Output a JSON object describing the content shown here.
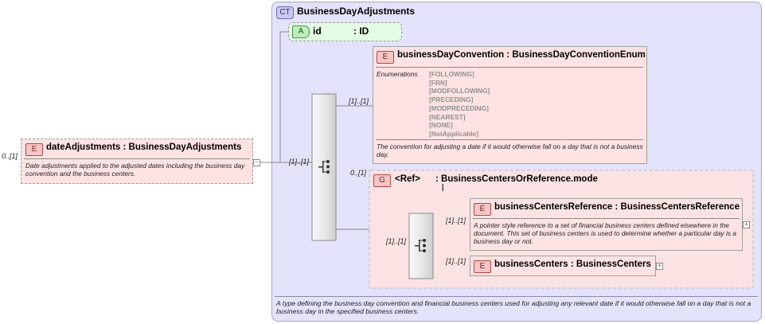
{
  "complex_type": {
    "badge": "CT",
    "name": "BusinessDayAdjustments",
    "description": "A type defining the business day convention and financial business centers used for adjusting any relevant date if it would otherwise fall on a day that is not a business day in the specified business centers."
  },
  "attribute": {
    "badge": "A",
    "name": "id",
    "type": ": ID"
  },
  "root_element": {
    "badge": "E",
    "multiplicity": "0..[1]",
    "name": "dateAdjustments",
    "type": ": BusinessDayAdjustments",
    "description": "Date adjustments applied to the adjusted dates including the business day convention and the business centers."
  },
  "sequence": {
    "multiplicity": "[1]..[1]"
  },
  "convention_element": {
    "badge": "E",
    "multiplicity": "[1]..[1]",
    "name": "businessDayConvention",
    "type": ": BusinessDayConventionEnum",
    "enumerations_label": "Enumerations",
    "enumerations": [
      "[FOLLOWING]",
      "[FRN]",
      "[MODFOLLOWING]",
      "[PRECEDING]",
      "[MODPRECEDING]",
      "[NEAREST]",
      "[NONE]",
      "[NotApplicable]"
    ],
    "description": "The convention for adjusting a date if it would otherwise fall on a day that is not a business day."
  },
  "group": {
    "badge": "G",
    "multiplicity": "0..[1]",
    "ref": "<Ref>",
    "name": ": BusinessCentersOrReference.mode",
    "name_suffix": "l",
    "sequence_multiplicity": "[1]..[1]"
  },
  "centers_reference_element": {
    "badge": "E",
    "multiplicity": "[1]..[1]",
    "name": "businessCentersReference",
    "type": ": BusinessCentersReference",
    "description": "A pointer style reference to a set of financial business centers defined elsewhere in the document. This set of business centers is used to determine whether a particular day is a business day or not."
  },
  "centers_element": {
    "badge": "E",
    "multiplicity": "[1]..[1]",
    "name": "businessCenters",
    "type": ": BusinessCenters"
  },
  "icons": {
    "expand": "plus-icon",
    "collapse": "minus-icon",
    "sequence": "sequence-icon"
  }
}
